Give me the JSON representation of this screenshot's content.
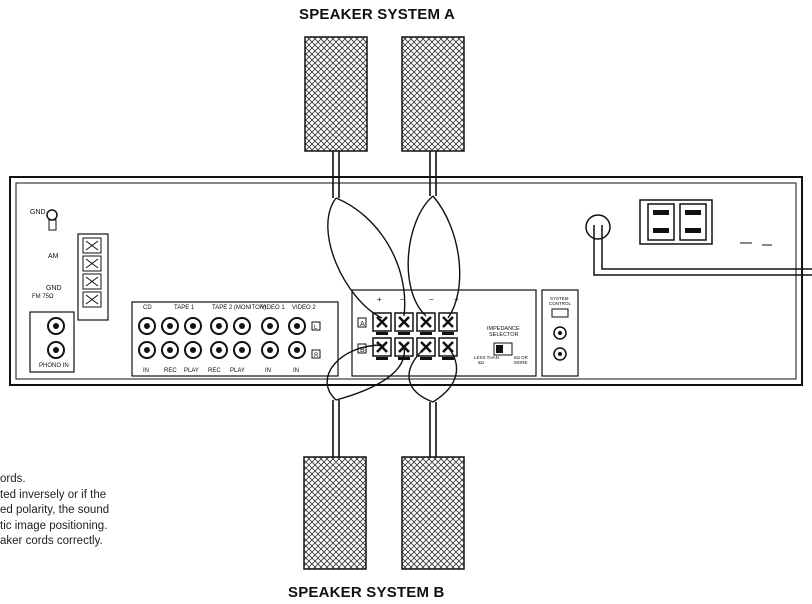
{
  "titles": {
    "system_a": "SPEAKER SYSTEM A",
    "system_b": "SPEAKER SYSTEM B"
  },
  "caption_lines": [
    "ords.",
    "ted inversely or if the",
    "ed polarity, the sound",
    "tic image positioning.",
    "aker cords correctly."
  ],
  "panel_labels": {
    "gnd": "GND",
    "am": "AM",
    "gnd2": "GND",
    "fm": "FM",
    "fm_ohm": "FM 75Ω",
    "phono_in": "PHONO IN",
    "speaker_a": "A",
    "speaker_b": "B",
    "plus": "+",
    "minus": "−",
    "impedance_selector": [
      "IMPEDANCE",
      "SELECTOR"
    ],
    "impedance_values": [
      "LESS THAN",
      "6Ω",
      "6Ω OR",
      "MORE"
    ],
    "system_control": [
      "SYSTEM",
      "CONTROL"
    ],
    "jack_groups": [
      {
        "name": "CD",
        "labels": [
          "IN"
        ]
      },
      {
        "name": "TAPE 1",
        "labels": [
          "REC",
          "PLAY"
        ]
      },
      {
        "name": "TAPE 2 (MONITOR)",
        "labels": [
          "REC",
          "PLAY"
        ]
      },
      {
        "name": "VIDEO 1",
        "labels": [
          "IN"
        ]
      },
      {
        "name": "VIDEO 2",
        "labels": [
          "IN"
        ]
      }
    ],
    "channel_l": "L",
    "channel_r": "R"
  }
}
